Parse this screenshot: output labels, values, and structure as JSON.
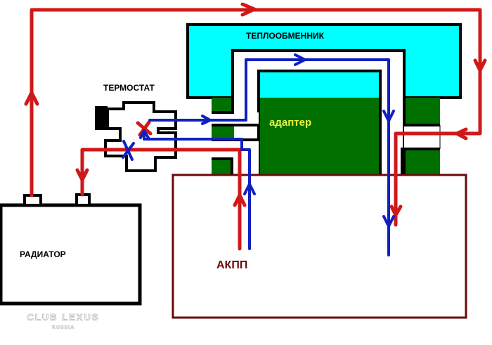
{
  "diagram": {
    "type": "cooling-circuit-schematic",
    "labels": {
      "heat_exchanger": "ТЕПЛООБМЕННИК",
      "thermostat": "ТЕРМОСТАТ",
      "adapter": "адаптер",
      "transmission": "АКПП",
      "radiator": "РАДИАТОР"
    },
    "watermark": {
      "line1": "CLUB LEXUS",
      "line2": "RUSSIA"
    },
    "colors": {
      "hot_flow": "#d01818",
      "cold_flow": "#1020c0",
      "heat_exchanger_fill": "#00ffff",
      "adapter_fill": "#007000",
      "adapter_text": "#e8f040",
      "transmission_border": "#6a0a0a",
      "outline": "#000000"
    },
    "components": [
      {
        "id": "radiator",
        "label": "РАДИАТОР"
      },
      {
        "id": "thermostat",
        "label": "ТЕРМОСТАТ"
      },
      {
        "id": "heat_exchanger",
        "label": "ТЕПЛООБМЕННИК"
      },
      {
        "id": "adapter",
        "label": "адаптер"
      },
      {
        "id": "transmission",
        "label": "АКПП"
      }
    ],
    "flows": [
      {
        "color": "red",
        "from": "radiator",
        "to": "heat_exchanger",
        "note": "top loop"
      },
      {
        "color": "red",
        "from": "heat_exchanger",
        "to": "transmission"
      },
      {
        "color": "red",
        "from": "transmission",
        "to": "thermostat"
      },
      {
        "color": "red",
        "from": "thermostat",
        "to": "radiator"
      },
      {
        "color": "blue",
        "from": "transmission",
        "to": "thermostat"
      },
      {
        "color": "blue",
        "from": "thermostat",
        "to": "heat_exchanger"
      },
      {
        "color": "blue",
        "from": "heat_exchanger",
        "to": "transmission"
      }
    ]
  }
}
